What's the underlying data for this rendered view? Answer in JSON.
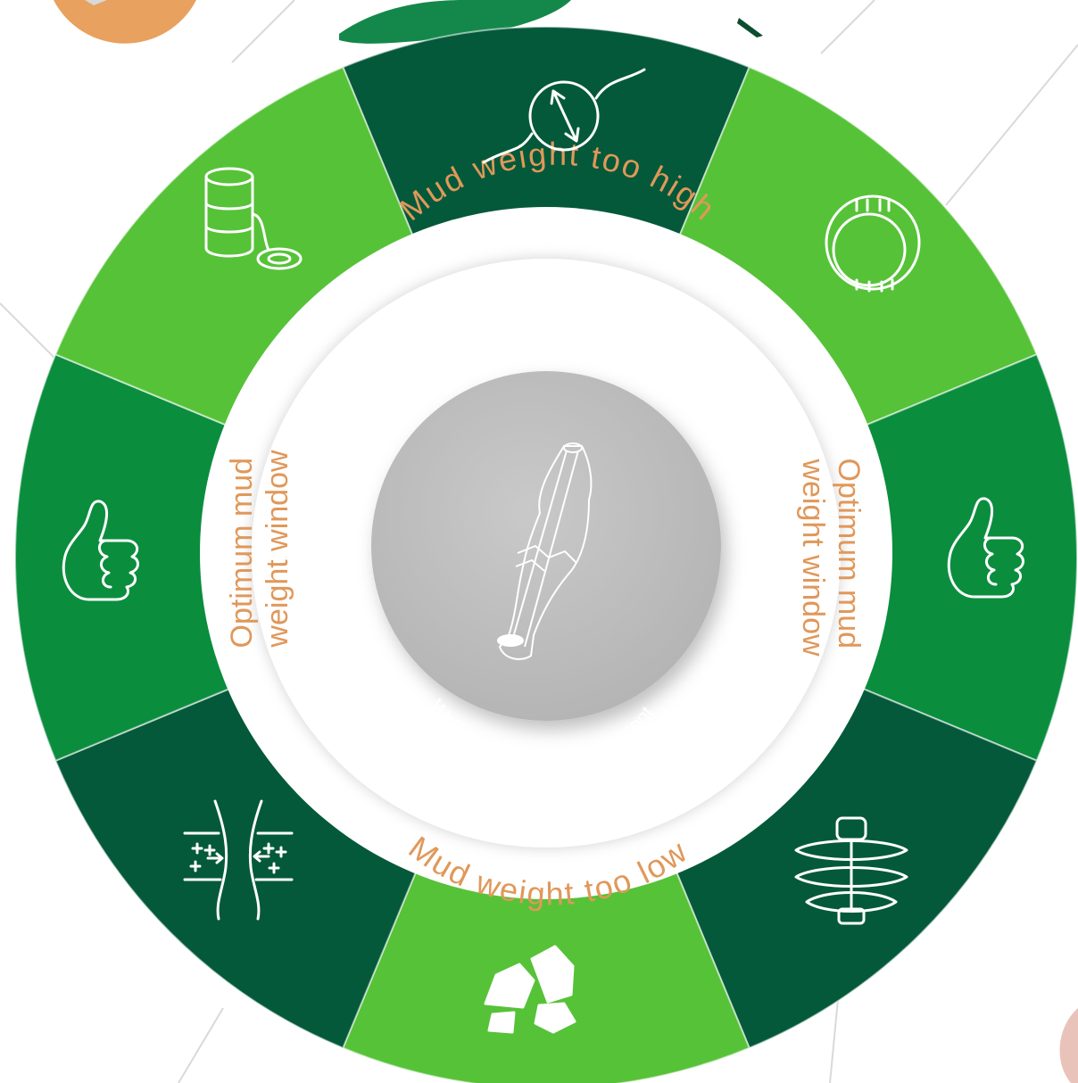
{
  "title": "Strength at Depth",
  "subtitle": "Wellbore Stability Assessment",
  "ring_labels": {
    "top": "Mud weight too high",
    "bottom": "Mud weight too low",
    "left": "Optimum mud weight window",
    "right": "Optimum mud weight window"
  },
  "colors": {
    "light_green": "#56c238",
    "mid_green": "#0b8d3e",
    "dark_green": "#04593a",
    "orange_text": "#e0985a",
    "center_disc": "#c2c2c2",
    "line": "#d9d9d9"
  },
  "segments": [
    {
      "icon": "tensile-fracture-icon",
      "tone": "dark"
    },
    {
      "icon": "hole-compression-icon",
      "tone": "light"
    },
    {
      "icon": "thumbs-up-icon",
      "tone": "mid"
    },
    {
      "icon": "drill-string-stuck-icon",
      "tone": "dark"
    },
    {
      "icon": "rock-cavings-icon",
      "tone": "light"
    },
    {
      "icon": "fluid-influx-icon",
      "tone": "dark"
    },
    {
      "icon": "thumbs-up-icon",
      "tone": "mid"
    },
    {
      "icon": "mud-loss-barrel-icon",
      "tone": "light"
    }
  ]
}
